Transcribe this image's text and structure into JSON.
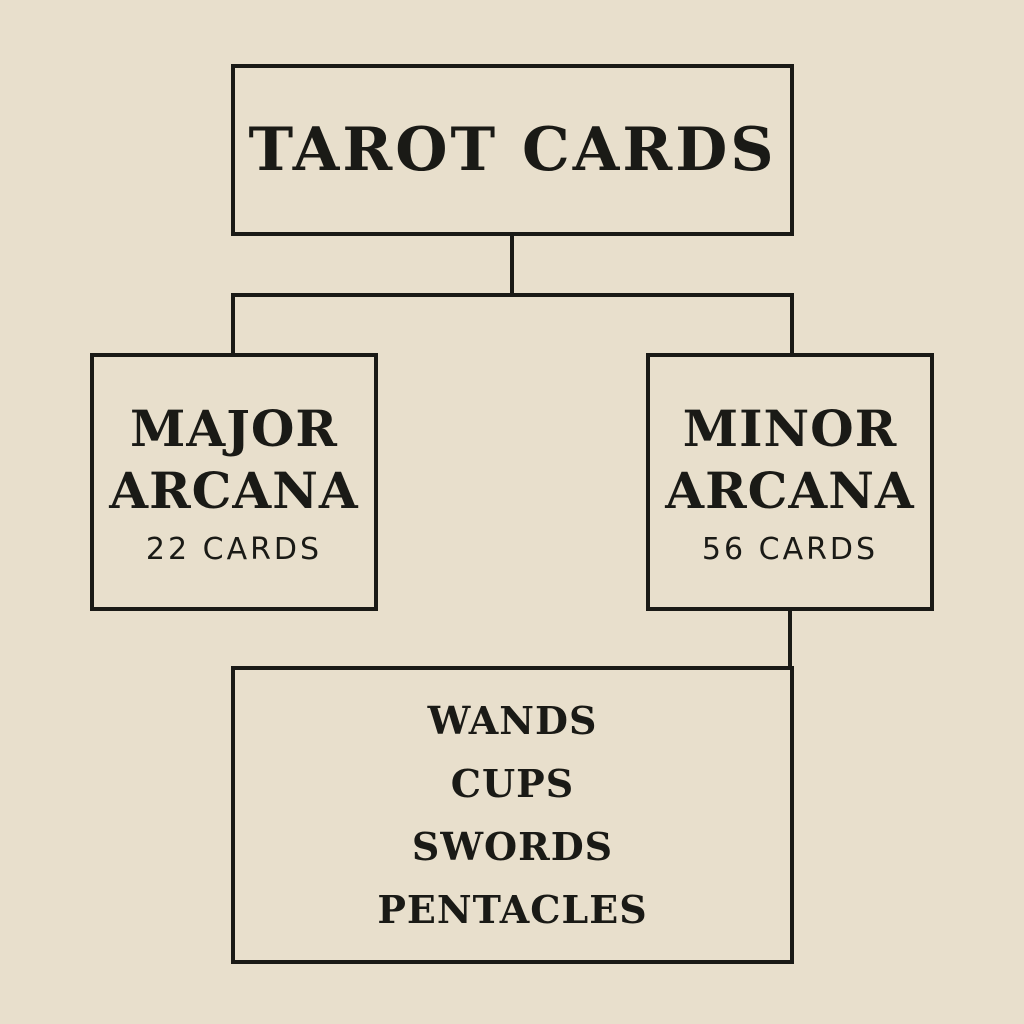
{
  "root": {
    "title": "TAROT CARDS"
  },
  "major": {
    "title_line1": "MAJOR",
    "title_line2": "ARCANA",
    "count": "22 CARDS"
  },
  "minor": {
    "title_line1": "MINOR",
    "title_line2": "ARCANA",
    "count": "56 CARDS"
  },
  "suits": [
    "WANDS",
    "CUPS",
    "SWORDS",
    "PENTACLES"
  ],
  "colors": {
    "background": "#e8dfcc",
    "ink": "#1a1a16"
  }
}
